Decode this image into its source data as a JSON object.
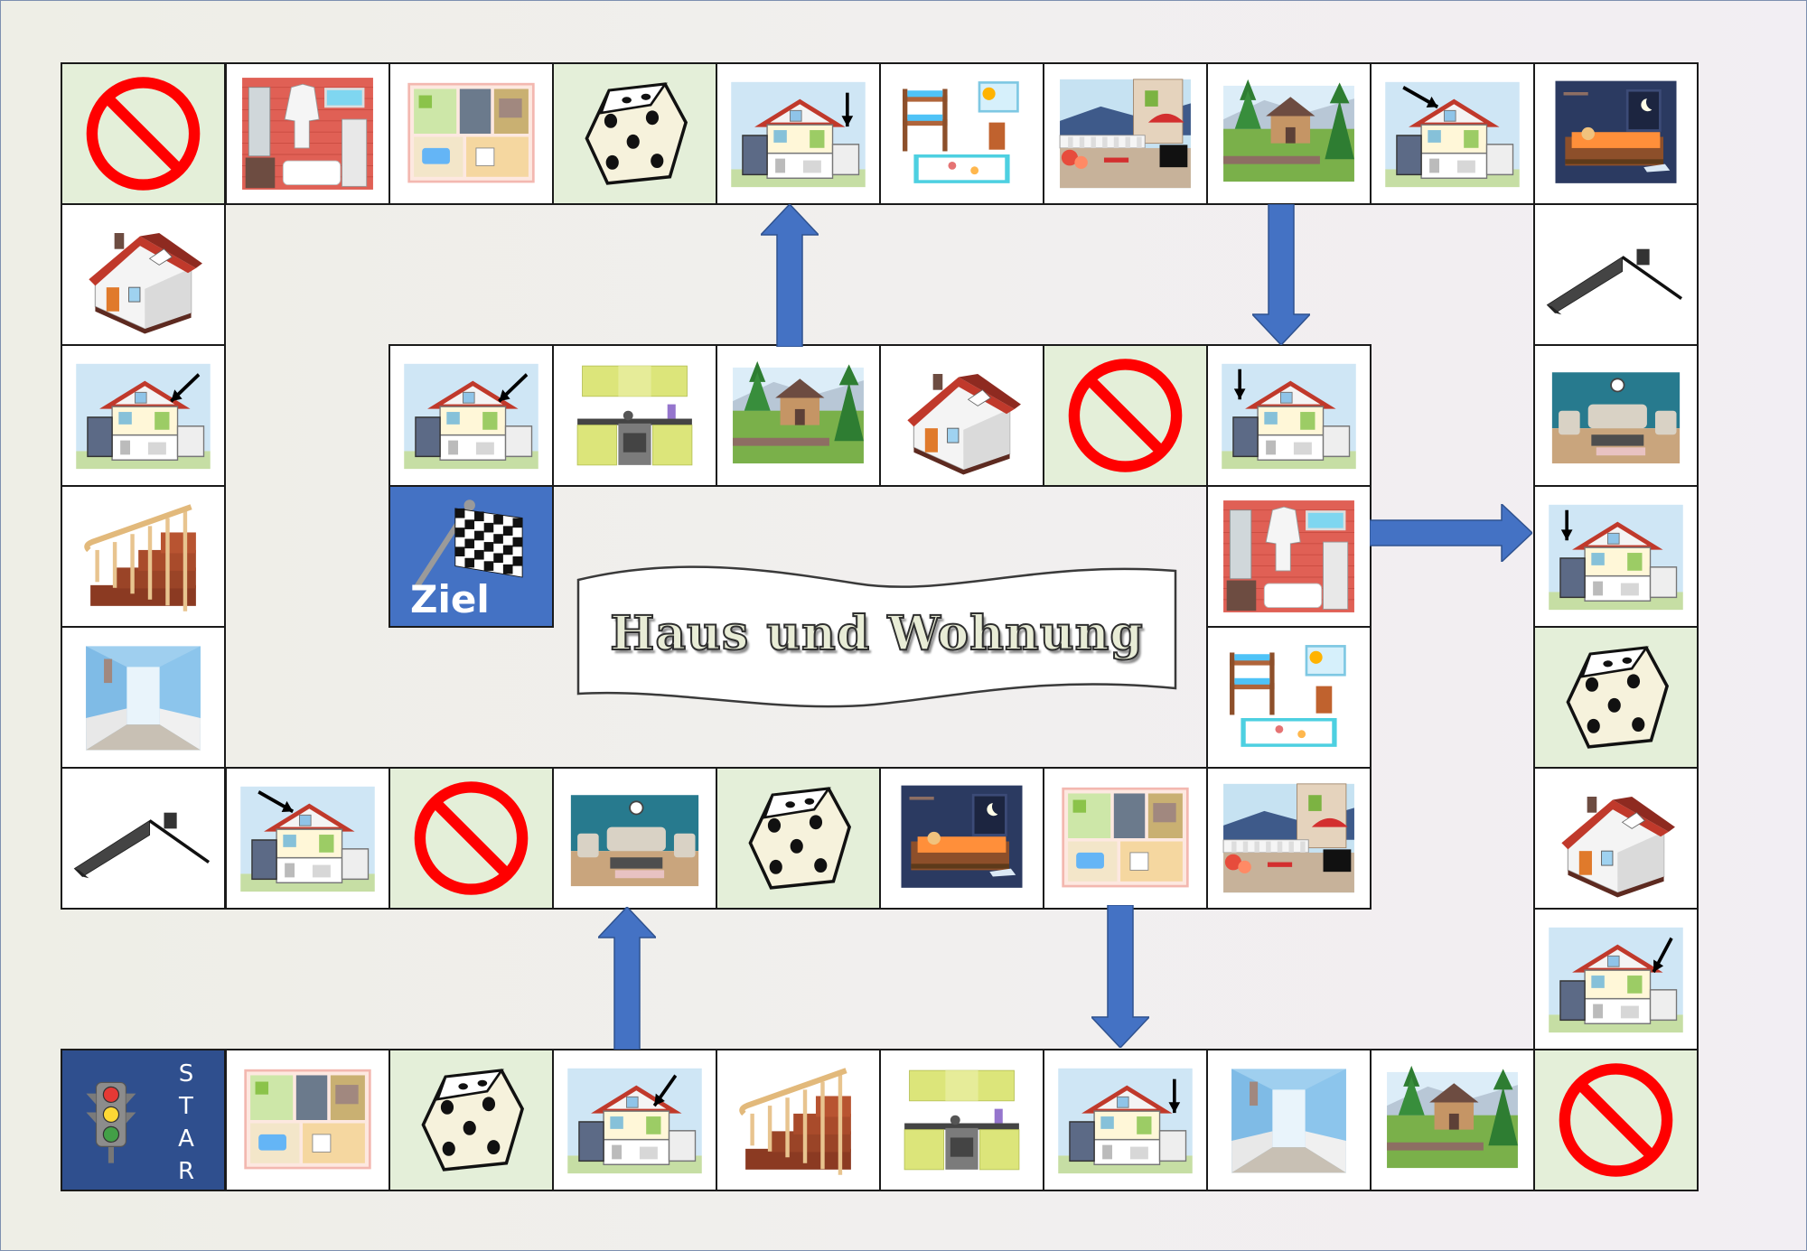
{
  "title": "Haus und Wohnung",
  "start_label": "START",
  "goal_label": "Ziel",
  "colors": {
    "cell_border": "#1a1a1a",
    "green_cell": "#e4efd9",
    "start_cell": "#2f4f8e",
    "goal_cell": "#4472c4",
    "arrow": "#4472c4",
    "no_sign": "#ff0000",
    "roof": "#c0392b",
    "wall": "#f3f3f3"
  },
  "legend_of_icons": [
    "no-entry-sign",
    "die-five",
    "house",
    "house-cutaway",
    "house-cutaway-arrow",
    "bathroom",
    "floor-plan",
    "kids-room",
    "terrace",
    "country-house",
    "bedroom-night",
    "roof",
    "living-room",
    "stairs",
    "hallway",
    "kitchen",
    "traffic-light",
    "finish-flag"
  ],
  "board": {
    "outer_top": [
      "no-entry-sign",
      "bathroom",
      "floor-plan",
      "die-five",
      "house-cutaway-arrow",
      "kids-room",
      "terrace",
      "country-house",
      "house-cutaway-arrow",
      "bedroom-night"
    ],
    "outer_left": [
      "house",
      "house-cutaway-arrow",
      "stairs",
      "hallway"
    ],
    "outer_right": [
      "roof",
      "living-room",
      "house-cutaway-arrow",
      "die-five",
      "house",
      "house-cutaway-arrow"
    ],
    "bottom_row": [
      "traffic-light",
      "floor-plan",
      "die-five",
      "house-cutaway-arrow",
      "stairs",
      "kitchen",
      "house-cutaway-arrow",
      "hallway",
      "country-house",
      "no-entry-sign"
    ],
    "inner_bottom": [
      "roof",
      "house-cutaway-arrow",
      "no-entry-sign",
      "living-room",
      "die-five",
      "bedroom-night",
      "floor-plan",
      "terrace"
    ],
    "inner_right": [
      "bathroom",
      "kids-room"
    ],
    "inner_top": [
      "house-cutaway-arrow",
      "kitchen",
      "country-house",
      "house",
      "no-entry-sign",
      "house-cutaway-arrow"
    ],
    "goal": [
      "finish-flag"
    ]
  }
}
